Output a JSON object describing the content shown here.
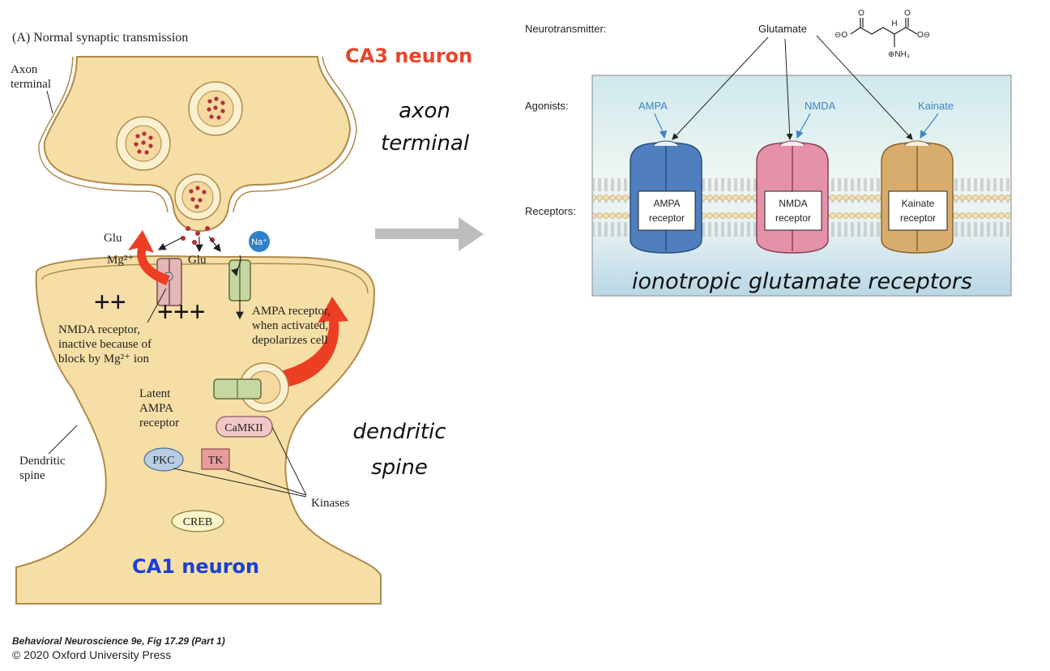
{
  "left_panel": {
    "panel_title": "(A) Normal synaptic transmission",
    "axon_terminal_label_line1": "Axon",
    "axon_terminal_label_line2": "terminal",
    "glu_label_left": "Glu",
    "mg_label": "Mg²⁺",
    "glu_label_center": "Glu",
    "na_label": "Na⁺",
    "nmda_desc_line1": "NMDA receptor,",
    "nmda_desc_line2": "inactive because of",
    "nmda_desc_line3": "block by Mg²⁺ ion",
    "ampa_desc_line1": "AMPA receptor,",
    "ampa_desc_line2": "when activated,",
    "ampa_desc_line3": "depolarizes cell",
    "latent_line1": "Latent",
    "latent_line2": "AMPA",
    "latent_line3": "receptor",
    "camkii": "CaMKII",
    "pkc": "PKC",
    "tk": "TK",
    "kinases": "Kinases",
    "creb": "CREB",
    "dendritic_spine_line1": "Dendritic",
    "dendritic_spine_line2": "spine",
    "plus_left": "++",
    "plus_right": "+++"
  },
  "slide_labels": {
    "ca3": "CA3 neuron",
    "axon_terminal_line1": "axon",
    "axon_terminal_line2": "terminal",
    "dendritic_line1": "dendritic",
    "dendritic_line2": "spine",
    "ca1": "CA1 neuron",
    "ionotropic": "ionotropic glutamate receptors"
  },
  "right_panel": {
    "neurotransmitter_label": "Neurotransmitter:",
    "glutamate_label": "Glutamate",
    "agonists_label": "Agonists:",
    "receptors_label": "Receptors:",
    "agonist_ampa": "AMPA",
    "agonist_nmda": "NMDA",
    "agonist_kainate": "Kainate",
    "receptor_ampa_line1": "AMPA",
    "receptor_ampa_line2": "receptor",
    "receptor_nmda_line1": "NMDA",
    "receptor_nmda_line2": "receptor",
    "receptor_kainate_line1": "Kainate",
    "receptor_kainate_line2": "receptor",
    "molecule_o1": "O",
    "molecule_o2": "O",
    "molecule_h": "H",
    "molecule_nh3": "⊕NH₃",
    "molecule_ominus_left": "⊖O",
    "molecule_ominus_right": "O⊖"
  },
  "credit": {
    "line1": "Behavioral Neuroscience 9e, Fig 17.29 (Part 1)",
    "line2": "© 2020 Oxford University Press"
  },
  "colors": {
    "cell_fill": "#f6dfa6",
    "cell_stroke": "#b08a4a",
    "red_label": "#e8452c",
    "blue_label": "#1a3fd8",
    "arrow_red": "#ec3e23",
    "ampa_blue": "#4f7fbf",
    "nmda_pink": "#e592a8",
    "kainate_tan": "#d8ac6c",
    "agonist_blue": "#3d85c6"
  }
}
